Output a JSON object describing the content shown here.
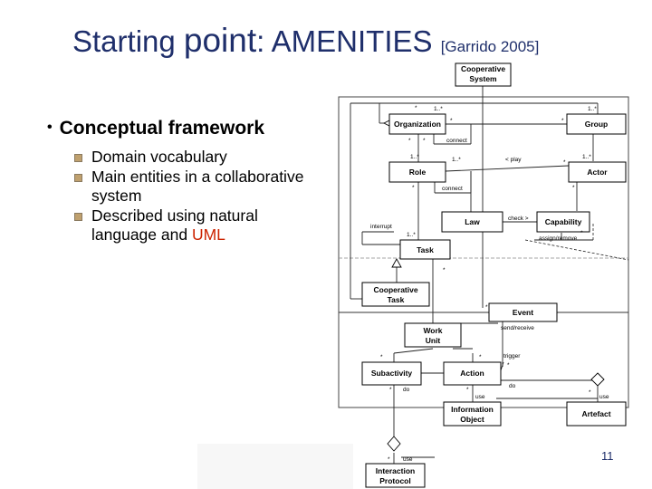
{
  "title": {
    "part1": "Starting ",
    "part2": "point",
    "part3": ": AMENITIES ",
    "citation": "[Garrido 2005]"
  },
  "bullet": {
    "label": "Conceptual framework",
    "items": [
      "Domain vocabulary",
      "Main entities in a collaborative system",
      "Described using natural language and "
    ],
    "uml": "UML"
  },
  "page_number": "11",
  "diagram": {
    "classes": {
      "cooperative_system": [
        "Cooperative",
        "System"
      ],
      "organization": "Organization",
      "group": "Group",
      "role": "Role",
      "actor": "Actor",
      "law": "Law",
      "capability": "Capability",
      "task": "Task",
      "cooperative_task": [
        "Cooperative",
        "Task"
      ],
      "event": "Event",
      "work_unit": [
        "Work",
        "Unit"
      ],
      "subactivity": "Subactivity",
      "action": "Action",
      "information_object": [
        "Information",
        "Object"
      ],
      "artefact": "Artefact",
      "interaction_protocol": [
        "Interaction",
        "Protocol"
      ]
    },
    "labels": {
      "connect": "connect",
      "play": "< play",
      "interrupt": "interrupt",
      "check": "check >",
      "assign_remove": "assign/remove",
      "send_receive": "send/receive",
      "trigger": "trigger",
      "do": "do",
      "use": "use",
      "one_many": "1..*",
      "many": "*",
      "one": "1"
    }
  }
}
